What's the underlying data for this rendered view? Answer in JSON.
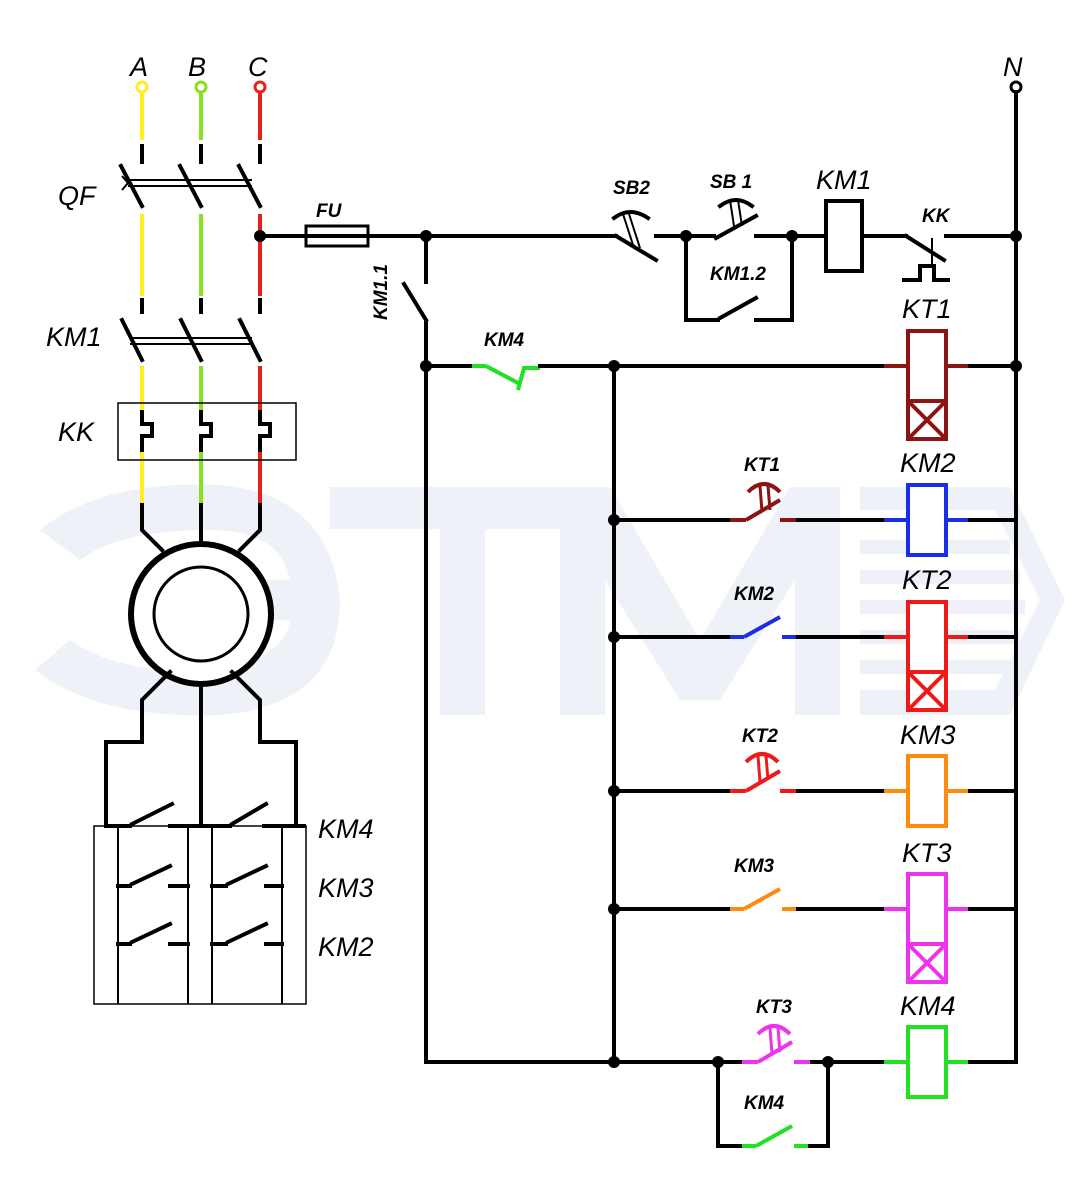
{
  "colors": {
    "phase_a": "#ffee22",
    "phase_b": "#88e020",
    "phase_c": "#e8201a",
    "kt1": "#8b1414",
    "km2": "#1a2ee6",
    "kt2": "#ee1a1a",
    "km3": "#ff8a10",
    "kt3": "#ee33ee",
    "km4": "#22e022",
    "watermark": "#eef2f8"
  },
  "labels": {
    "phase_a": "A",
    "phase_b": "B",
    "phase_c": "C",
    "neutral": "N",
    "qf": "QF",
    "km1_power": "KM1",
    "kk_power": "KK",
    "fu": "FU",
    "km1_1": "KM1.1",
    "sb2": "SB2",
    "sb1": "SB 1",
    "km1_coil": "KM1",
    "kk_contact": "KK",
    "km1_2": "KM1.2",
    "km4_nc": "KM4",
    "kt1_coil": "KT1",
    "kt1_contact": "KT1",
    "km2_coil": "KM2",
    "km2_contact": "KM2",
    "kt2_coil": "KT2",
    "kt2_contact": "KT2",
    "km3_coil": "KM3",
    "km3_contact": "KM3",
    "kt3_coil": "KT3",
    "kt3_contact": "KT3",
    "km4_coil": "KM4",
    "km4_hold": "KM4",
    "bank_km4": "KM4",
    "bank_km3": "KM3",
    "bank_km2": "KM2"
  }
}
